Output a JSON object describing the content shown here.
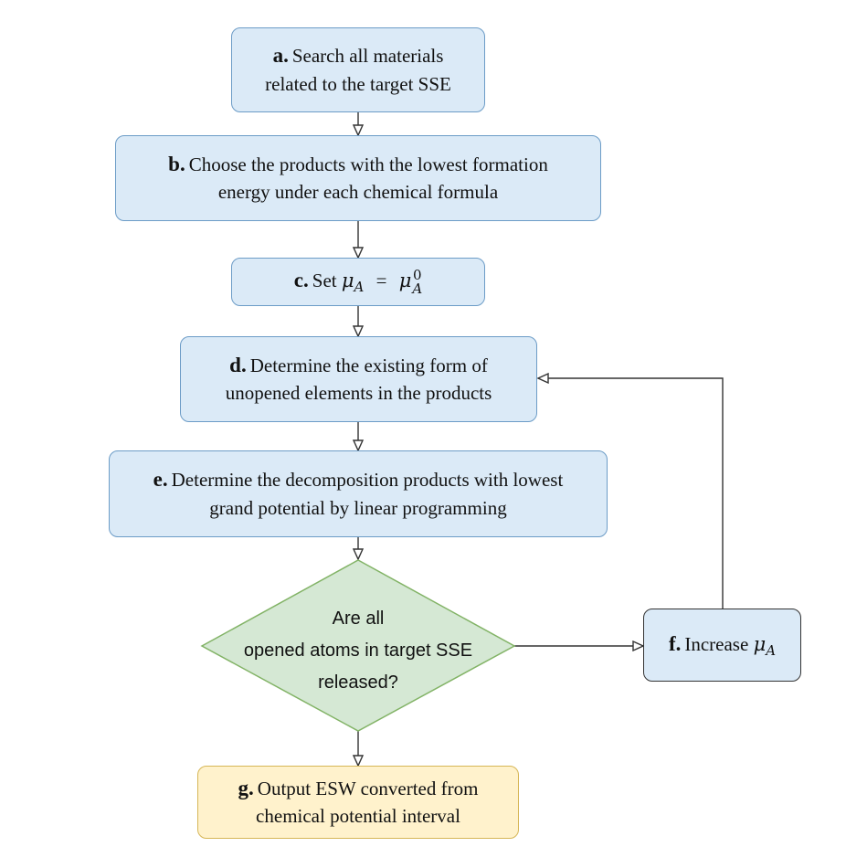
{
  "colors": {
    "process_fill": "#dbeaf7",
    "process_border": "#6c9cc7",
    "decision_fill": "#d5e8d4",
    "decision_border": "#82b366",
    "output_fill": "#fff2cc",
    "output_border": "#d6b656",
    "arrow": "#333333"
  },
  "nodes": {
    "a": {
      "label": "a.",
      "line1": "Search all materials",
      "line2": "related to the target SSE"
    },
    "b": {
      "label": "b.",
      "line1": "Choose the products with the lowest formation",
      "line2": "energy under each chemical formula"
    },
    "c": {
      "label": "c.",
      "text": "Set",
      "lhs": "μ",
      "lhs_sub": "A",
      "eq": "=",
      "rhs": "μ",
      "rhs_sub": "A",
      "rhs_sup": "0"
    },
    "d": {
      "label": "d.",
      "line1": "Determine the existing form of",
      "line2": "unopened elements in the products"
    },
    "e": {
      "label": "e.",
      "line1": "Determine  the decomposition products with lowest",
      "line2": "grand potential by linear programming"
    },
    "decision": {
      "line1": "Are all",
      "line2": "opened atoms in target SSE",
      "line3": "released?"
    },
    "f": {
      "label": "f.",
      "text": "Increase",
      "sym": "μ",
      "sym_sub": "A"
    },
    "g": {
      "label": "g.",
      "line1": "Output ESW converted from",
      "line2": "chemical potential interval"
    }
  },
  "arrowhead_icon": "open-triangle-arrowhead"
}
